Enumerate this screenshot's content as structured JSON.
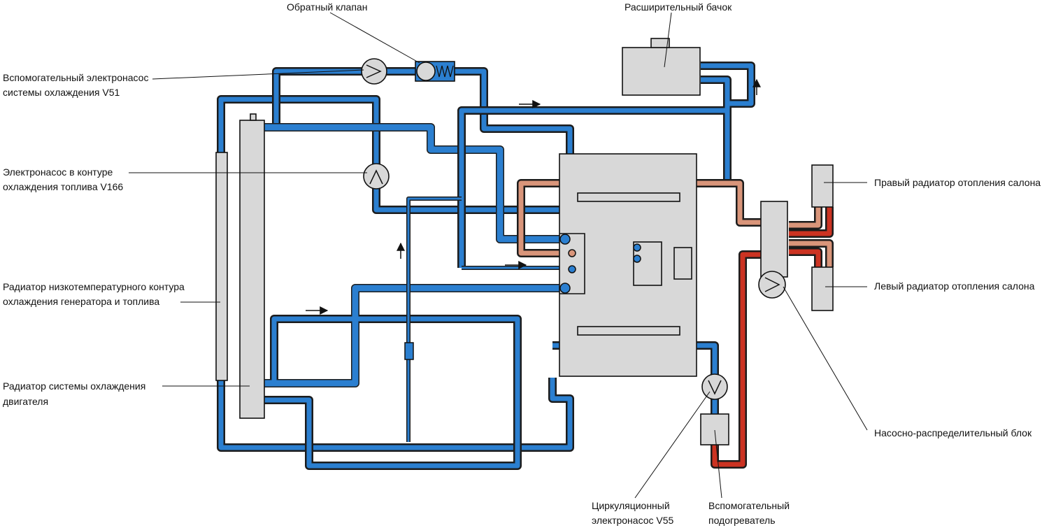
{
  "colors": {
    "coolant_blue": "#2b7fd0",
    "heater_red": "#cc3322",
    "warm_pink": "#d9957a",
    "component_gray": "#d8d8d8",
    "outline": "#1c1c1c"
  },
  "labels": {
    "check_valve": "Обратный клапан",
    "expansion_tank": "Расширительный бачок",
    "aux_pump_line1": "Вспомогательный электронасос",
    "aux_pump_line2": "системы охлаждения V51",
    "fuel_pump_line1": "Электронасос в контуре",
    "fuel_pump_line2": "охлаждения топлива V166",
    "lowtemp_radiator_line1": "Радиатор низкотемпературного контура",
    "lowtemp_radiator_line2": "охлаждения генератора и топлива",
    "engine_radiator_line1": "Радиатор системы охлаждения",
    "engine_radiator_line2": "двигателя",
    "right_heater": "Правый радиатор отопления салона",
    "left_heater": "Левый радиатор отопления салона",
    "pump_block": "Насосно-распределительный блок",
    "circ_pump_line1": "Циркуляционный",
    "circ_pump_line2": "электронасос V55",
    "aux_heater_line1": "Вспомогательный",
    "aux_heater_line2": "подогреватель"
  },
  "icons": {
    "pump": "pump-circle-chevron-icon",
    "flow": "flow-arrow-icon",
    "valve": "check-valve-spring-icon"
  }
}
